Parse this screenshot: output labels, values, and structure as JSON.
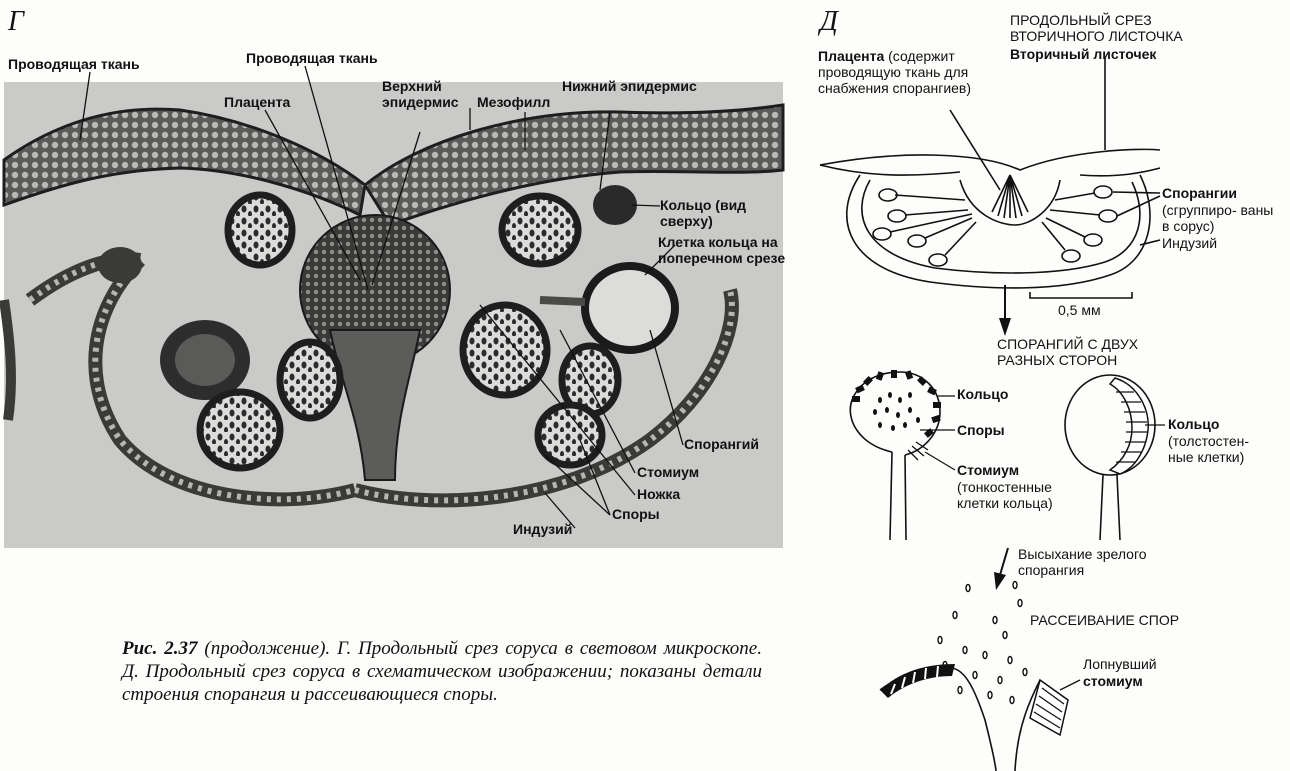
{
  "panel_g": {
    "letter": "Г",
    "labels": {
      "vascular_left": "Проводящая ткань",
      "vascular_center": "Проводящая ткань",
      "placenta": "Плацента",
      "upper_epidermis": "Верхний эпидермис",
      "mesophyll": "Мезофилл",
      "lower_epidermis": "Нижний эпидермис",
      "ring_top_view": "Кольцо (вид сверху)",
      "ring_cell": "Клетка кольца на поперечном срезе",
      "sporangium": "Спорангий",
      "stomium": "Стомиум",
      "stalk": "Ножка",
      "spores": "Споры",
      "indusium": "Индузий"
    }
  },
  "panel_d": {
    "letter": "Д",
    "section_title": "ПРОДОЛЬНЫЙ СРЕЗ ВТОРИЧНОГО ЛИСТОЧКА",
    "secondary_leaflet": "Вторичный листочек",
    "placenta_bold": "Плацента",
    "placenta_rest": "(содержит проводящую ткань для снабжения спорангиев)",
    "sporangia_bold": "Спорангии",
    "sporangia_rest": "(сгруппиро- ваны в сорус)",
    "indusium": "Индузий",
    "scale": "0,5 мм",
    "two_sides": "СПОРАНГИЙ С ДВУХ РАЗНЫХ СТОРОН",
    "ring": "Кольцо",
    "spores": "Споры",
    "stomium_bold": "Стомиум",
    "stomium_rest": "(тонкостенные клетки кольца)",
    "ring_right_bold": "Кольцо",
    "ring_right_rest": "(толстостен- ные клетки)",
    "drying": "Высыхание зрелого спорангия",
    "dispersal": "РАССЕИВАНИЕ СПОР",
    "burst": "Лопнувший",
    "burst_stomium": "стомиум"
  },
  "caption": {
    "figure": "Рис. 2.37",
    "text": "(продолжение). Г. Продольный срез соруса в световом микроскопе. Д. Продольный срез соруса в схематическом изображении; показаны детали строения спорангия и рассеивающиеся споры."
  },
  "colors": {
    "micro_bg": "#c9c9c7",
    "tissue_dark": "#2a2a2a",
    "tissue_mid": "#6d6d6b",
    "ink": "#111111"
  }
}
